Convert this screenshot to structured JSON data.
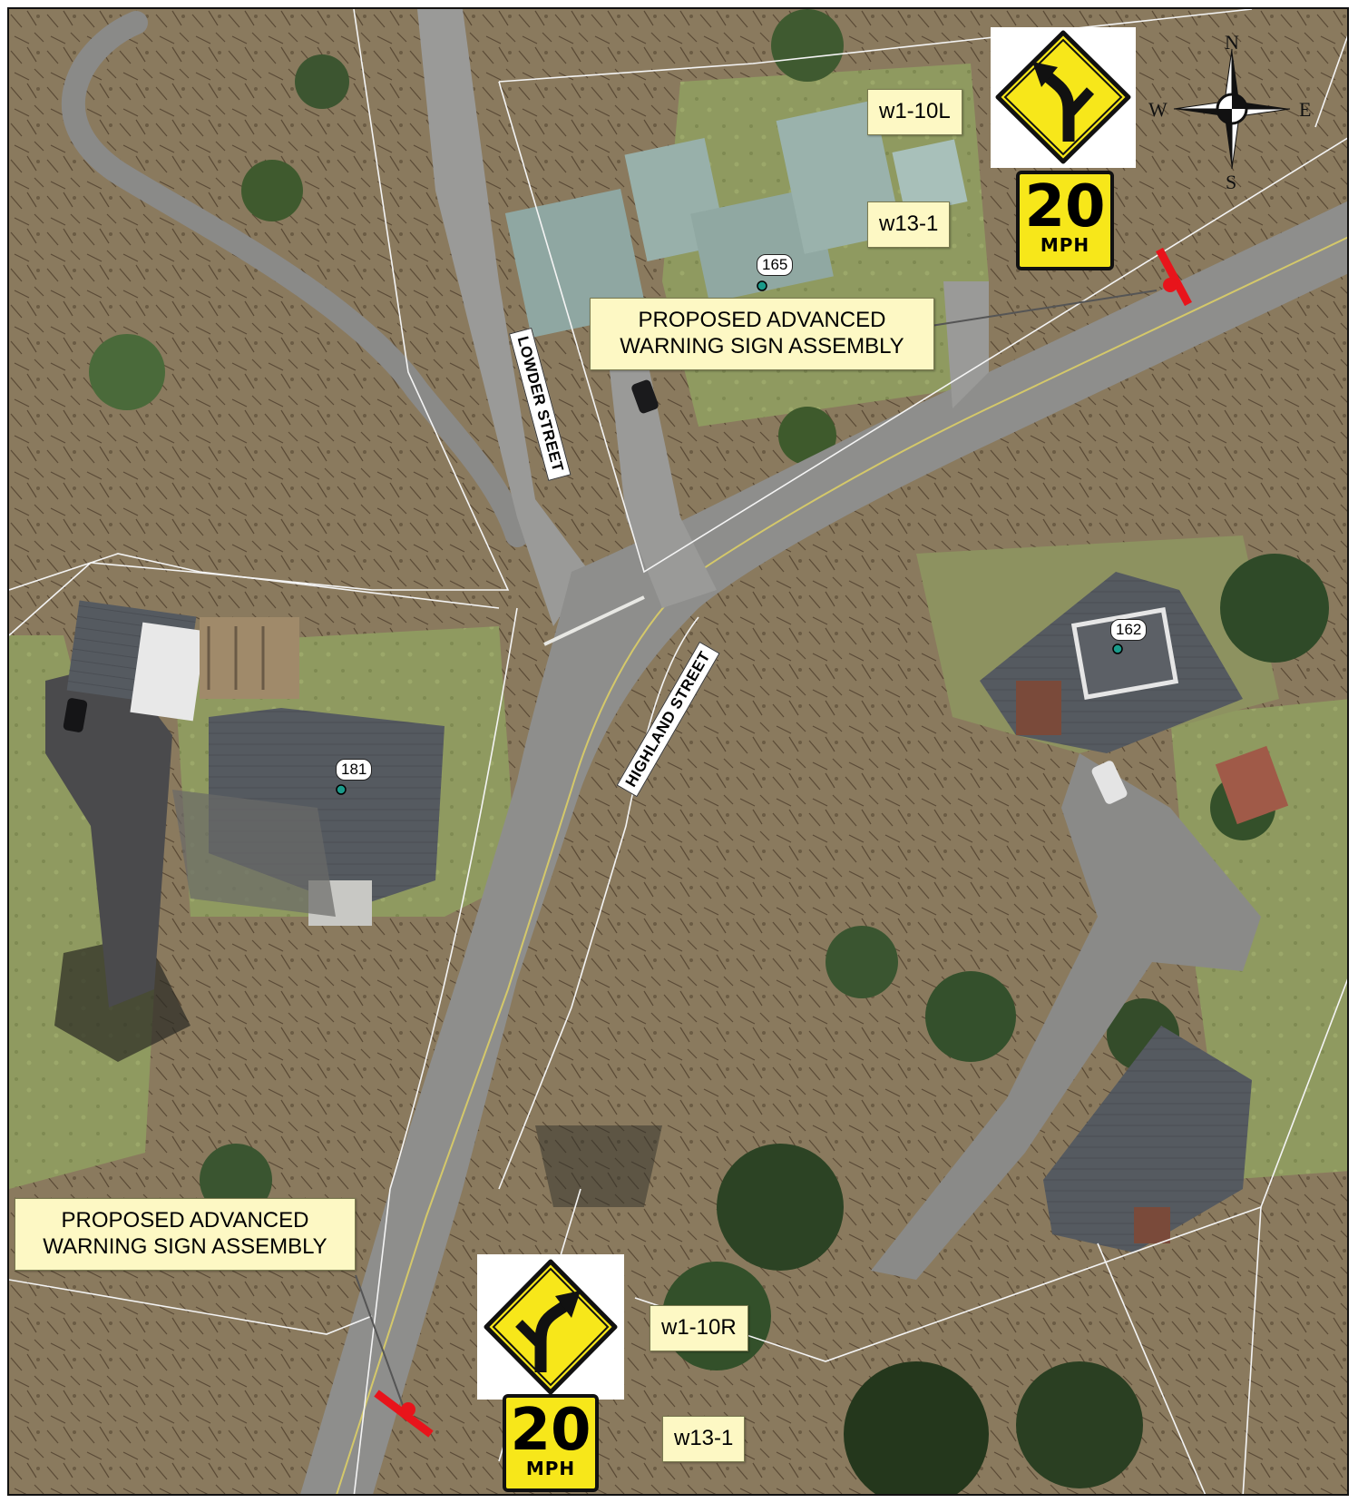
{
  "map": {
    "streets": {
      "lowder": "LOWDER STREET",
      "highland": "HIGHLAND STREET"
    },
    "parcels": {
      "p165": "165",
      "p162": "162",
      "p181": "181"
    },
    "sign_codes": {
      "north_curve": "w1-10L",
      "north_speed": "w13-1",
      "south_curve": "w1-10R",
      "south_speed": "w13-1"
    },
    "callouts": {
      "north": {
        "line1": "PROPOSED ADVANCED",
        "line2": "WARNING SIGN ASSEMBLY"
      },
      "south": {
        "line1": "PROPOSED ADVANCED",
        "line2": "WARNING SIGN ASSEMBLY"
      }
    },
    "speed_plate": {
      "number": "20",
      "unit": "MPH"
    },
    "compass": {
      "n": "N",
      "s": "S",
      "e": "E",
      "w": "W"
    },
    "icons": {
      "curve_left": "curve-left-arrow-icon",
      "curve_right": "curve-right-arrow-icon",
      "compass": "compass-rose-icon",
      "sign_marker": "sign-location-marker-icon"
    },
    "colors": {
      "warning_yellow": "#f7e71a",
      "label_fill": "#fdf8c4",
      "marker_red": "#e8141b",
      "parcel_dot": "#1a9a8a"
    }
  }
}
